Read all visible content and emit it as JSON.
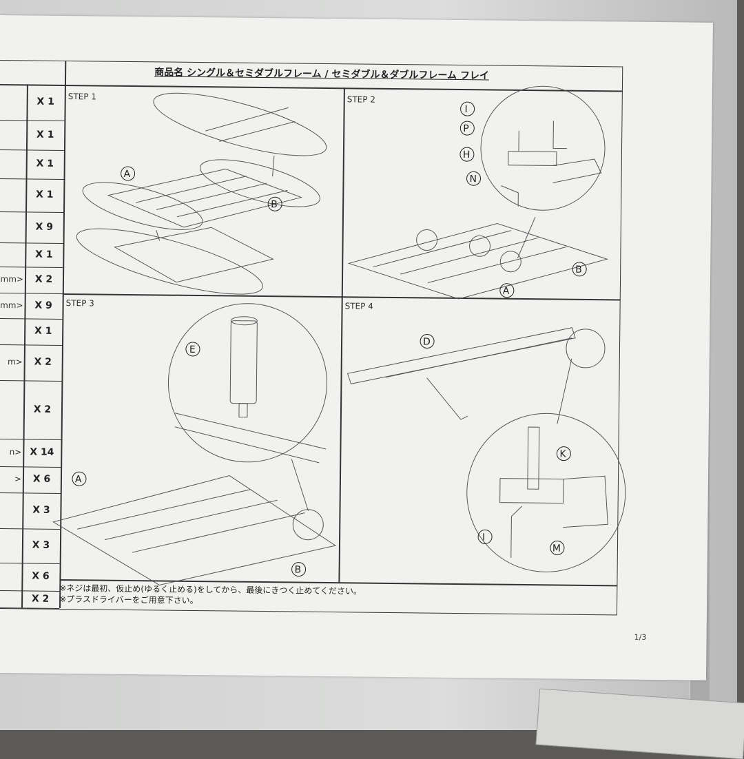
{
  "header": {
    "title": "商品名  シングル＆セミダブルフレーム / セミダブル＆ダブルフレーム  フレイ"
  },
  "parts_table": {
    "rows": [
      {
        "spec": "",
        "count": "X 1"
      },
      {
        "spec": "",
        "count": "X 1"
      },
      {
        "spec": "",
        "count": "X 1"
      },
      {
        "spec": "",
        "count": "X 1"
      },
      {
        "spec": "",
        "count": "X 9"
      },
      {
        "spec": "",
        "count": "X 1"
      },
      {
        "spec": "mm>",
        "count": "X 2"
      },
      {
        "spec": "mm>",
        "count": "X 9"
      },
      {
        "spec": "",
        "count": "X 1"
      },
      {
        "spec": "m>",
        "count": "X 2"
      },
      {
        "spec": "",
        "count": "X 2"
      },
      {
        "spec": "n>",
        "count": "X 14"
      },
      {
        "spec": ">",
        "count": "X 6"
      },
      {
        "spec": "",
        "count": "X 3"
      },
      {
        "spec": "",
        "count": "X 3"
      },
      {
        "spec": "",
        "count": "X 6"
      },
      {
        "spec": "",
        "count": "X 2"
      }
    ]
  },
  "steps": [
    {
      "title": "STEP 1",
      "labels": [
        "A",
        "B"
      ]
    },
    {
      "title": "STEP 2",
      "labels": [
        "I",
        "P",
        "H",
        "N",
        "A",
        "B"
      ]
    },
    {
      "title": "STEP 3",
      "labels": [
        "E",
        "A",
        "B"
      ]
    },
    {
      "title": "STEP 4",
      "labels": [
        "D",
        "K",
        "I",
        "M"
      ]
    }
  ],
  "notes": [
    "※ネジは最初、仮止め(ゆるく止める)をしてから、最後にきつく止めてください。",
    "※プラスドライバーをご用意下さい。"
  ],
  "page_number": "1/3"
}
